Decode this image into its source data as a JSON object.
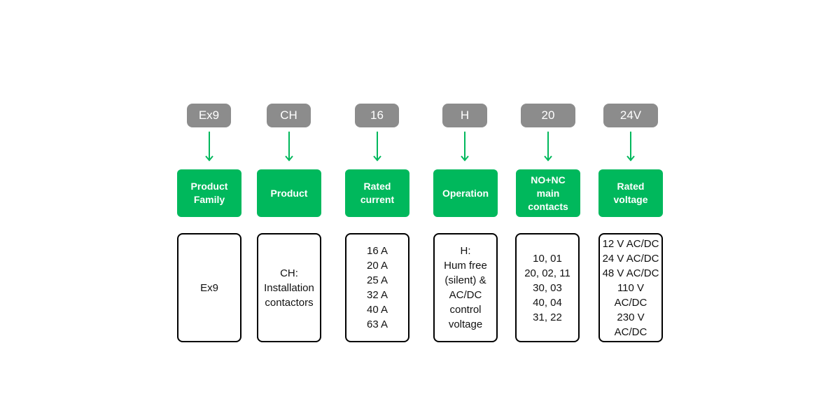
{
  "columns": [
    {
      "code": "Ex9",
      "label": "Product\nFamily",
      "values": "Ex9"
    },
    {
      "code": "CH",
      "label": "Product",
      "values": "CH:\nInstallation\ncontactors"
    },
    {
      "code": "16",
      "label": "Rated\ncurrent",
      "values": "16 A\n20 A\n25 A\n32 A\n40 A\n63 A"
    },
    {
      "code": "H",
      "label": "Operation",
      "values": "H:\nHum free\n(silent) &\nAC/DC\ncontrol\nvoltage"
    },
    {
      "code": "20",
      "label": "NO+NC\nmain\ncontacts",
      "values": "10, 01\n20, 02, 11\n30, 03\n40, 04\n31, 22"
    },
    {
      "code": "24V",
      "label": "Rated\nvoltage",
      "values": "12 V AC/DC\n24 V AC/DC\n48 V AC/DC\n110 V\nAC/DC\n230 V\nAC/DC"
    }
  ],
  "colors": {
    "code_bg": "#8c8c8c",
    "accent_green": "#00b85c",
    "box_border": "#000000"
  }
}
